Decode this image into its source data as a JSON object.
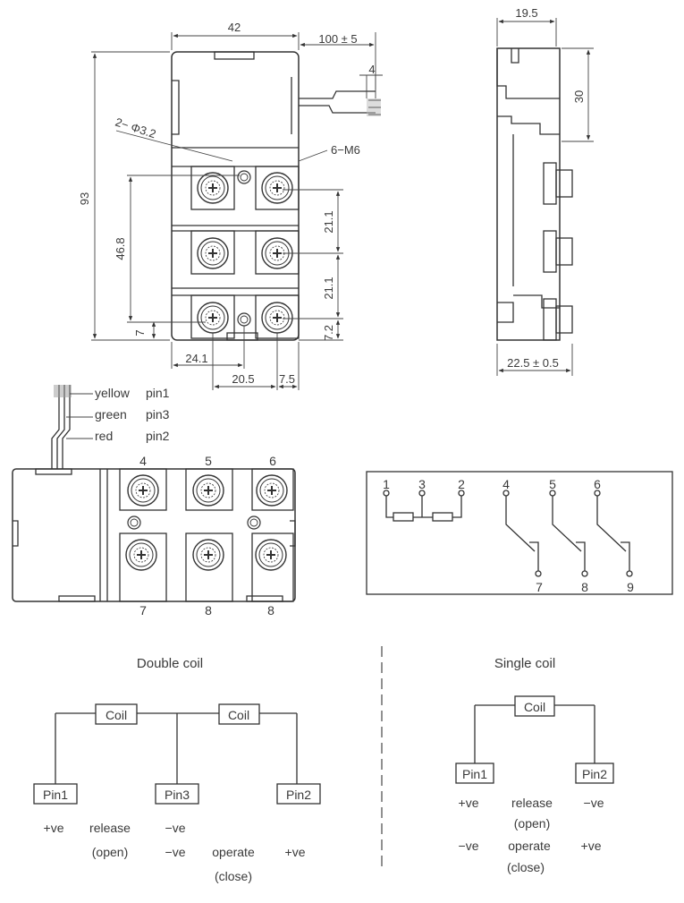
{
  "top_view": {
    "dims": {
      "width": "42",
      "wire_length": "100 ± 5",
      "wire_pitch": "4",
      "hole": "2− Φ3.2",
      "thread": "6−M6",
      "height": "93",
      "span": "46.8",
      "pitch_a": "21.1",
      "pitch_b": "21.1",
      "edge_left": "7",
      "edge_right": "7.2",
      "bottom_a": "24.1",
      "bottom_b": "20.5",
      "bottom_c": "7.5"
    }
  },
  "side_view": {
    "dims": {
      "top": "19.5",
      "right": "30",
      "bottom": "22.5 ± 0.5"
    }
  },
  "wires": [
    {
      "color": "yellow",
      "pin": "pin1"
    },
    {
      "color": "green",
      "pin": "pin3"
    },
    {
      "color": "red",
      "pin": "pin2"
    }
  ],
  "terminals": {
    "top": [
      "4",
      "5",
      "6"
    ],
    "bottom": [
      "7",
      "8",
      "8"
    ]
  },
  "schematic": {
    "coil_pins": [
      "1",
      "3",
      "2"
    ],
    "contacts_top": [
      "4",
      "5",
      "6"
    ],
    "contacts_bottom": [
      "7",
      "8",
      "9"
    ]
  },
  "double_coil": {
    "title": "Double coil",
    "coil_labels": [
      "Coil",
      "Coil"
    ],
    "pins": [
      "Pin1",
      "Pin3",
      "Pin2"
    ],
    "rows": [
      [
        "+ve",
        "release",
        "−ve",
        "",
        ""
      ],
      [
        "",
        "(open)",
        "−ve",
        "operate",
        "+ve"
      ],
      [
        "",
        "",
        "",
        "(close)",
        ""
      ]
    ]
  },
  "single_coil": {
    "title": "Single coil",
    "coil_label": "Coil",
    "pins": [
      "Pin1",
      "Pin2"
    ],
    "rows": [
      [
        "+ve",
        "release",
        "−ve"
      ],
      [
        "",
        "(open)",
        ""
      ],
      [
        "−ve",
        "operate",
        "+ve"
      ],
      [
        "",
        "(close)",
        ""
      ]
    ]
  }
}
